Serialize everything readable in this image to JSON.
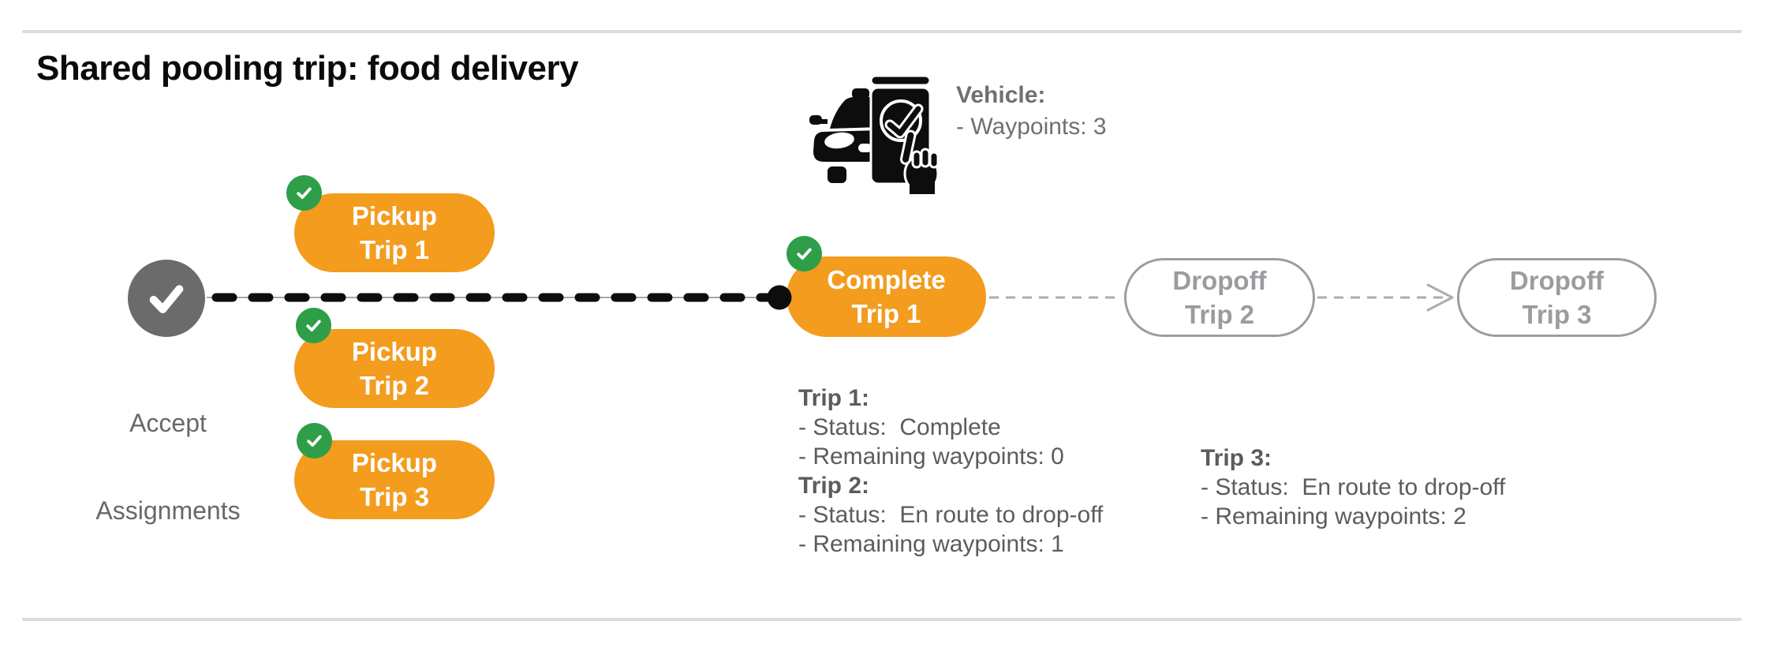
{
  "title": "Shared pooling trip: food delivery",
  "vehicle": {
    "label": "Vehicle:",
    "waypoints": "- Waypoints: 3"
  },
  "flow": {
    "start": {
      "line1": "Accept",
      "line2": "Assignments"
    },
    "pickups": [
      {
        "line1": "Pickup",
        "line2": "Trip 1"
      },
      {
        "line1": "Pickup",
        "line2": "Trip 2"
      },
      {
        "line1": "Pickup",
        "line2": "Trip 3"
      }
    ],
    "complete": {
      "line1": "Complete",
      "line2": "Trip 1"
    },
    "dropoffs": [
      {
        "line1": "Dropoff",
        "line2": "Trip 2"
      },
      {
        "line1": "Dropoff",
        "line2": "Trip 3"
      }
    ]
  },
  "status_blocks": [
    {
      "entries": [
        {
          "heading": "Trip 1:",
          "lines": [
            "- Status:  Complete",
            "- Remaining waypoints: 0"
          ]
        },
        {
          "heading": "Trip 2:",
          "lines": [
            "- Status:  En route to drop-off",
            "- Remaining waypoints: 1"
          ]
        }
      ]
    },
    {
      "entries": [
        {
          "heading": "Trip 3:",
          "lines": [
            "- Status:  En route to drop-off",
            "- Remaining waypoints: 2"
          ]
        }
      ]
    }
  ],
  "colors": {
    "orange": "#F39C1E",
    "green": "#2F9E49",
    "gray_node": "#6B6B6B",
    "dropoff_gray": "#9C9DA0",
    "text_gray": "#5B5C5F",
    "rule_gray": "#DCDCDC",
    "line_black": "#0D0D0D"
  }
}
